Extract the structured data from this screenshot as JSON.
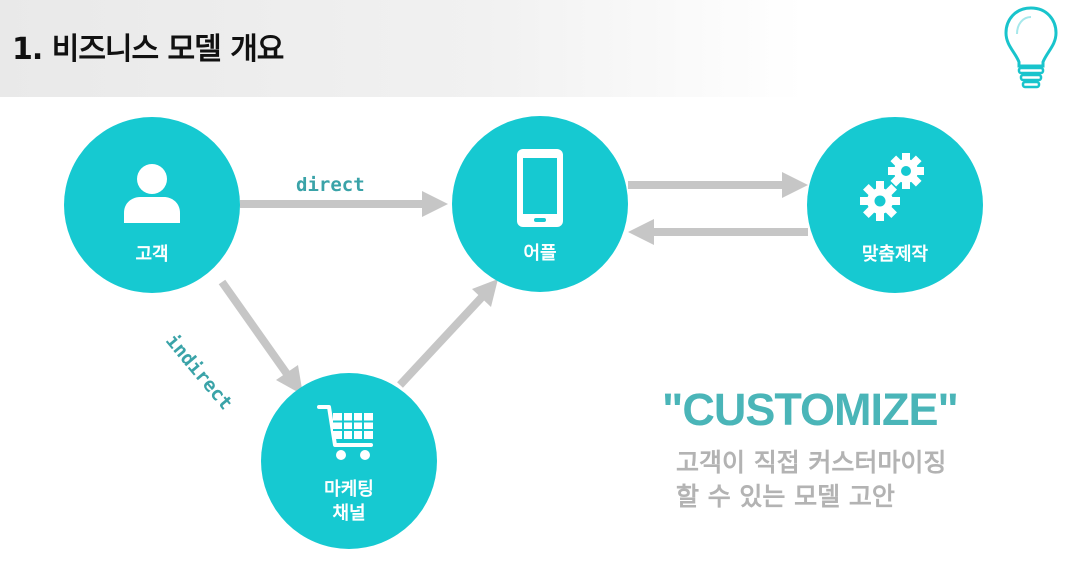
{
  "header": {
    "title": "1. 비즈니스 모델 개요"
  },
  "nodes": {
    "customer": {
      "label": "고객",
      "icon": "person-icon"
    },
    "app": {
      "label": "어플",
      "icon": "smartphone-icon"
    },
    "custom": {
      "label": "맞춤제작",
      "icon": "gears-icon"
    },
    "marketing": {
      "label": "마케팅\n채널",
      "icon": "shopping-cart-icon"
    }
  },
  "edges": {
    "direct": "direct",
    "indirect": "indirect"
  },
  "callout": {
    "headline": "\"CUSTOMIZE\"",
    "line1": "고객이 직접 커스터마이징",
    "line2": "할 수 있는 모델 고안"
  },
  "colors": {
    "node": "#16c9d1",
    "accent_text": "#3aa3a8",
    "arrow": "#c6c6c6",
    "desc": "#b3b3b3"
  }
}
